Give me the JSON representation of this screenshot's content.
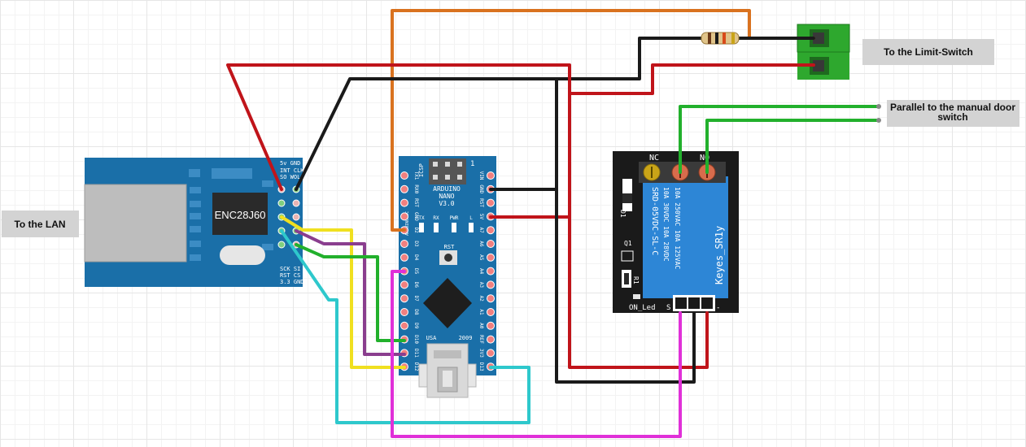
{
  "labels": {
    "lan": "To the LAN",
    "limit_switch": "To the Limit-Switch",
    "door_switch_line1": "Parallel to the manual door",
    "door_switch_line2": "switch"
  },
  "enc": {
    "chip": "ENC28J60",
    "pins_top": [
      "5v GND",
      "INT CLK",
      "SO WOL"
    ],
    "pins_bottom": [
      "SCK  SI",
      "RST CS",
      "3.3  GND"
    ]
  },
  "nano": {
    "title1": "ARDUINO",
    "title2": "NANO",
    "title3": "V3.0",
    "icsp": "ICSP",
    "one": "1",
    "led_tx": "TX",
    "led_rx": "RX",
    "led_pwr": "PWR",
    "led_l": "L",
    "rst": "RST",
    "usa": "USA",
    "year": "2009",
    "arduino_cc": "ARDUINO.CC",
    "left_pins": [
      "TX1",
      "RX0",
      "RST",
      "GND",
      "D2",
      "D3",
      "D4",
      "D5",
      "D6",
      "D7",
      "D8",
      "D9",
      "D10",
      "D11",
      "D12"
    ],
    "right_pins": [
      "VIN",
      "GND",
      "RST",
      "5V",
      "A7",
      "A6",
      "A5",
      "A4",
      "A3",
      "A2",
      "A1",
      "A0",
      "REF",
      "3V3",
      "D13"
    ]
  },
  "relay": {
    "nc": "NC",
    "no": "NO",
    "d1": "D1",
    "q1": "Q1",
    "r1": "R1",
    "on_led": "ON_Led",
    "s": "S",
    "plus": "+",
    "minus": "-",
    "brand": "Keyes_SR1y",
    "spec_lines": [
      "SRD-05VDC-SL-C",
      "10A 30VDC 10A 28VDC",
      "10A 250VAC 10A 125VAC"
    ]
  },
  "colors": {
    "board_blue": "#1a6fa8",
    "wire_red": "#c0141a",
    "wire_black": "#1a1a1a",
    "wire_orange": "#d9721f",
    "wire_yellow": "#f0e020",
    "wire_purple": "#8a3e8e",
    "wire_green": "#22b02c",
    "wire_cyan": "#2ec8cc",
    "wire_magenta": "#e030d8",
    "terminal_green": "#2ea82e"
  }
}
